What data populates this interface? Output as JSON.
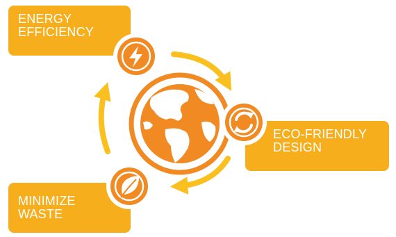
{
  "colors": {
    "box": "#f7ae1d",
    "icon_circle": "#f18a23",
    "globe": "#f18a23",
    "arrow": "#f9c01f",
    "ring": "#ffffff"
  },
  "labels": {
    "energy": {
      "line1": "ENERGY",
      "line2": "EFFICIENCY",
      "icon": "lightning-bolt-icon"
    },
    "eco": {
      "line1": "ECO-FRIENDLY",
      "line2": "DESIGN",
      "icon": "recycle-arrows-icon"
    },
    "waste": {
      "line1": "MINIMIZE",
      "line2": "WASTE",
      "icon": "leaf-icon"
    }
  },
  "center": {
    "icon": "globe-icon"
  }
}
